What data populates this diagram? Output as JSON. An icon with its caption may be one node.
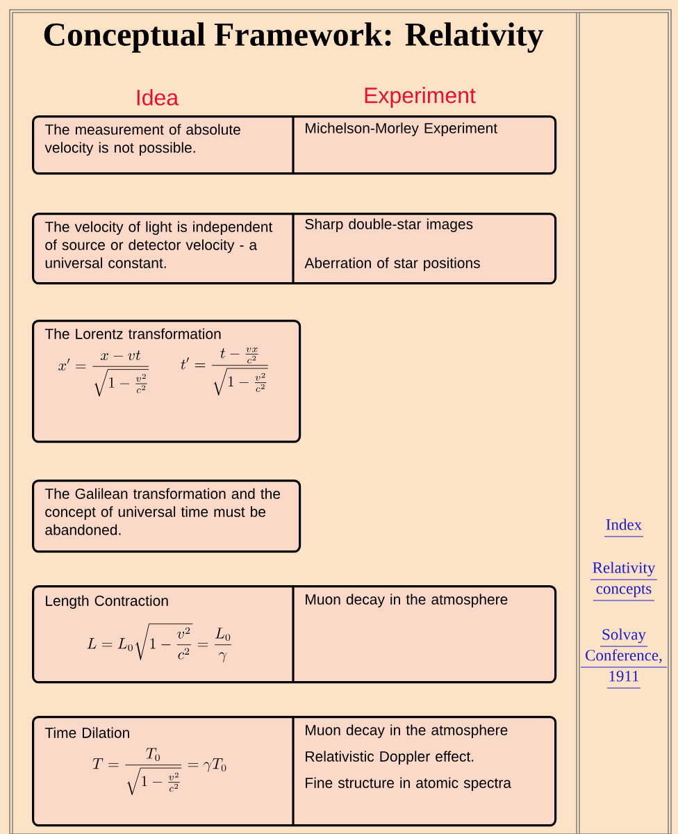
{
  "diagram": {
    "title": "Conceptual Framework: Relativity",
    "nodes": [
      {
        "text": [
          "The measurement of absolute velocity is not possible.",
          "Michelson-Morley Experiment"
        ]
      },
      {
        "text": [
          "The velocity of light is independent of source or detector velocity - a  universal constant.",
          "Sharp double-star images",
          "Aberration of star positions"
        ]
      },
      {
        "text": [
          "The Lorentz transformation",
          "x' = \\frac{x - vt}{\\sqrt{1 - \\frac{v^2}{c^2}}}",
          "t' = \\frac{t - \\frac{vx}{c^2}}{\\sqrt{1 - \\frac{v^2}{c^2}}}"
        ]
      },
      {
        "text": [
          "The Galilean transformation and the concept of universal time must be abandoned."
        ]
      },
      {
        "text": [
          "Length Contraction",
          "L = L_0\\sqrt{1 - \\frac{v^2}{c^2}} = \\frac{L_0}{\\gamma}",
          "Muon decay in the atmosphere"
        ]
      },
      {
        "text": [
          "Time Dilation",
          "T = \\frac{T_0}{\\sqrt{1 - \\frac{v^2}{c^2}}} = \\gamma T_0",
          "Muon decay in the atmosphere",
          "Relativistic Doppler effect.",
          "Fine structure in atomic spectra"
        ]
      }
    ],
    "labels": [
      "Idea",
      "Experiment",
      "Index",
      "Relativity concepts",
      "Solvay Conference, 1911"
    ]
  }
}
